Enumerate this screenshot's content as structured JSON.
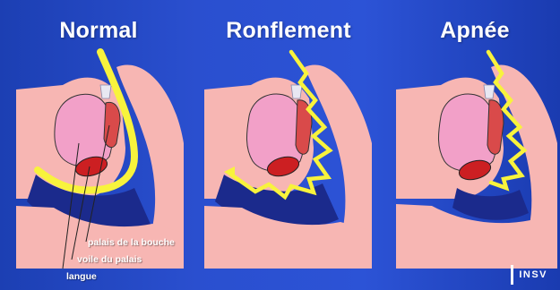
{
  "panels": [
    {
      "title": "Normal"
    },
    {
      "title": "Ronflement"
    },
    {
      "title": "Apnée"
    }
  ],
  "labels": {
    "palate": "palais de la bouche",
    "soft_palate": "voile du palais",
    "tongue": "langue"
  },
  "logo": "INSV",
  "colors": {
    "background": "#2a4fcf",
    "flesh": "#f7b6b3",
    "tongue": "#f2a0c8",
    "soft_palate": "#d94a4a",
    "tissue_red": "#cc1f22",
    "airway_yellow": "#f8f33c",
    "airway_dark": "#1b2a8c"
  }
}
